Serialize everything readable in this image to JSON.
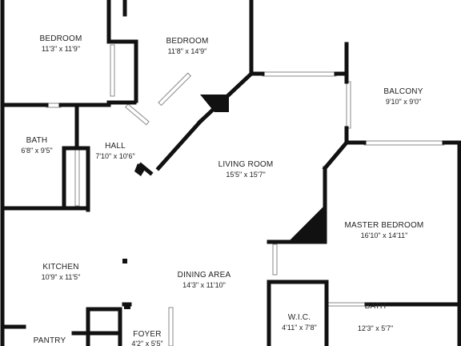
{
  "plan": {
    "colors": {
      "wall": "#111111",
      "background": "#ffffff",
      "window": "#8a8a8a",
      "door": "#bdbdbd"
    },
    "rooms": [
      {
        "id": "bedroom-1",
        "name": "BEDROOM",
        "dims": "11'3\" x 11'9\""
      },
      {
        "id": "bedroom-2",
        "name": "BEDROOM",
        "dims": "11'8\" x 14'9\""
      },
      {
        "id": "balcony",
        "name": "BALCONY",
        "dims": "9'10\" x 9'0\""
      },
      {
        "id": "bath-1",
        "name": "BATH",
        "dims": "6'8\" x 9'5\""
      },
      {
        "id": "hall",
        "name": "HALL",
        "dims": "7'10\" x 10'6\""
      },
      {
        "id": "living-room",
        "name": "LIVING ROOM",
        "dims": "15'5\" x 15'7\""
      },
      {
        "id": "master-bedroom",
        "name": "MASTER BEDROOM",
        "dims": "16'10\" x 14'11\""
      },
      {
        "id": "kitchen",
        "name": "KITCHEN",
        "dims": "10'9\" x 11'5\""
      },
      {
        "id": "dining-area",
        "name": "DINING AREA",
        "dims": "14'3\" x 11'10\""
      },
      {
        "id": "wic",
        "name": "W.I.C.",
        "dims": "4'11\" x 7'8\""
      },
      {
        "id": "bath-2",
        "name": "BATH",
        "dims": "12'3\" x 5'7\""
      },
      {
        "id": "foyer",
        "name": "FOYER",
        "dims": "4'2\" x 5'5\""
      },
      {
        "id": "pantry",
        "name": "PANTRY",
        "dims": ""
      }
    ]
  }
}
